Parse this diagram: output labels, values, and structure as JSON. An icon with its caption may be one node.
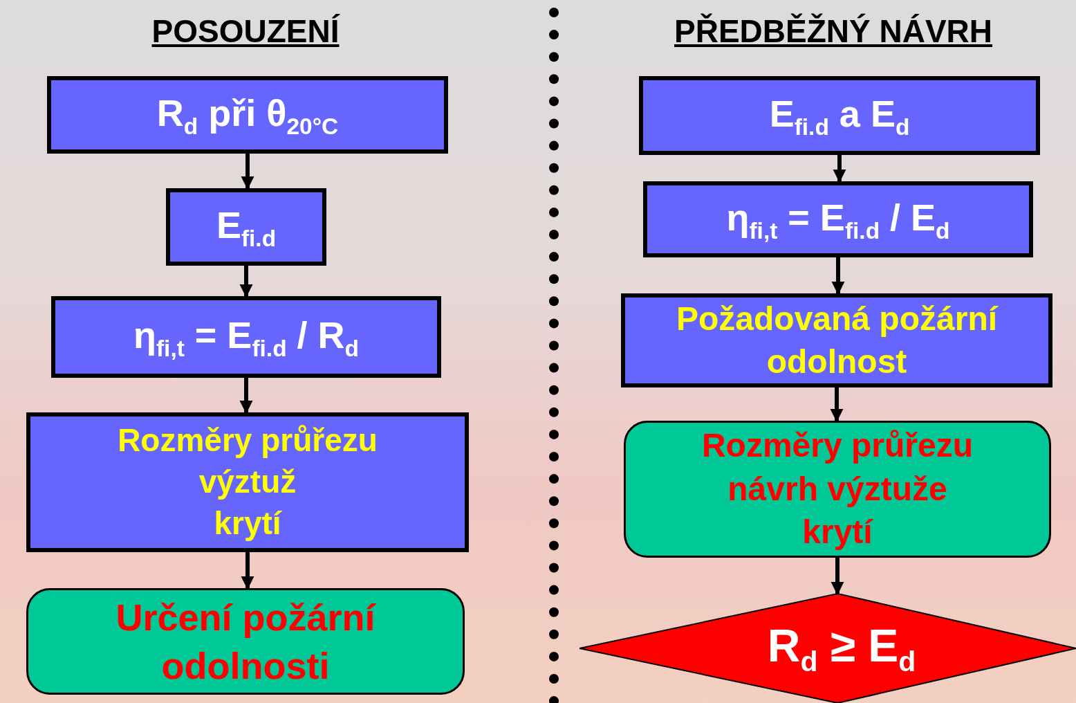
{
  "diagram": {
    "nodes": [
      {
        "text": [
          "R$_{d}$ při θ$_{20°C}$"
        ]
      },
      {
        "text": [
          "E$_{fi.d}$"
        ]
      },
      {
        "text": [
          "η$_{fi,t}$ = E$_{fi.d}$ / R$_{d}$"
        ]
      },
      {
        "text": [
          "Rozměry průřezu",
          "výztuž",
          "krytí"
        ]
      },
      {
        "text": [
          "Určení požární odolnosti"
        ]
      },
      {
        "text": [
          "E$_{fi.d}$ a E$_{d}$"
        ]
      },
      {
        "text": [
          "η$_{fi,t}$ = E$_{fi.d}$ / E$_{d}$"
        ]
      },
      {
        "text": [
          "Požadovaná požární odolnost"
        ]
      },
      {
        "text": [
          "Rozměry průřezu",
          "návrh výztuže",
          "krytí"
        ]
      },
      {
        "text": [
          "R$_{d}$ ≥ E$_{d}$"
        ]
      }
    ],
    "edges": [
      {
        "from": 0,
        "to": 1,
        "arrow": "to"
      },
      {
        "from": 1,
        "to": 2,
        "arrow": "to"
      },
      {
        "from": 2,
        "to": 3,
        "arrow": "to"
      },
      {
        "from": 3,
        "to": 4,
        "arrow": "to"
      },
      {
        "from": 5,
        "to": 6,
        "arrow": "to"
      },
      {
        "from": 6,
        "to": 7,
        "arrow": "to"
      },
      {
        "from": 7,
        "to": 8,
        "arrow": "to"
      },
      {
        "from": 8,
        "to": 9,
        "arrow": "to"
      }
    ],
    "labels": [
      "POSOUZENÍ",
      "PŘEDBĚŽNÝ NÁVRH"
    ]
  }
}
